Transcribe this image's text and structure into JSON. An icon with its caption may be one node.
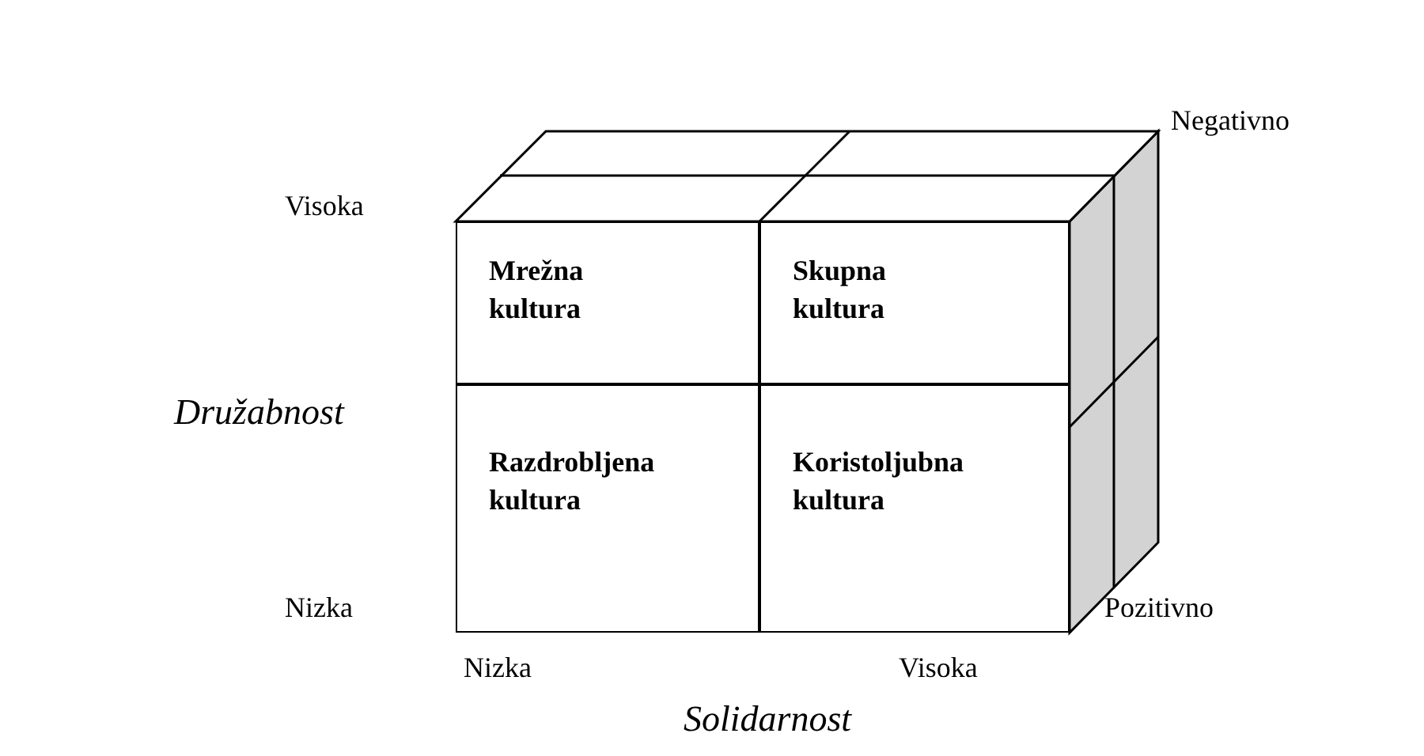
{
  "diagram": {
    "nodes": [
      {
        "text": [
          "Mrežna kultura"
        ]
      },
      {
        "text": [
          "Skupna kultura"
        ]
      },
      {
        "text": [
          "Razdrobljena kultura"
        ]
      },
      {
        "text": [
          "Koristoljubna kultura"
        ]
      }
    ],
    "labels": [
      "Negativno",
      "Visoka",
      "Družabnost",
      "Nizka",
      "Pozitivno",
      "Nizka",
      "Visoka",
      "Solidarnost"
    ]
  }
}
